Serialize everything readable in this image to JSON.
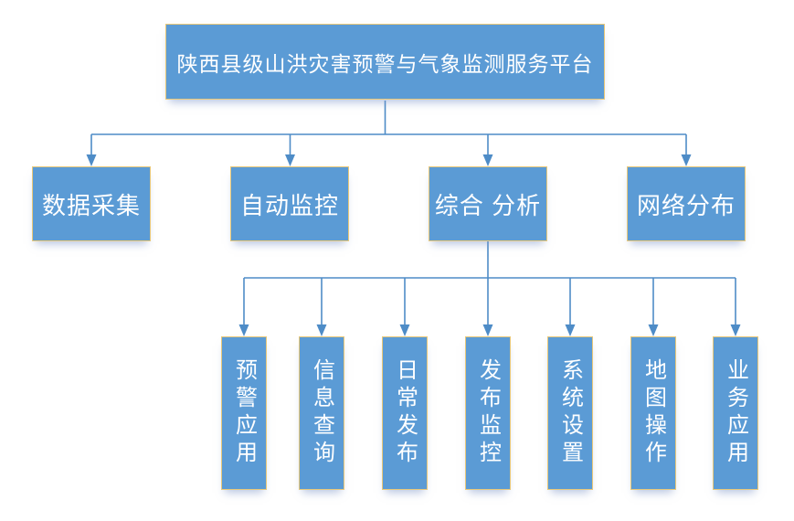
{
  "colors": {
    "background": "#ffffff",
    "node-fill": "#5b9bd5",
    "node-border": "#e8c87a",
    "node-text": "#ffffff",
    "connector": "#4e8cc7"
  },
  "org": {
    "root": {
      "label": "陕西县级山洪灾害预警与气象监测服务平台",
      "children": [
        {
          "label": "数据采集"
        },
        {
          "label": "自动监控"
        },
        {
          "label": "综合 分析",
          "children": [
            {
              "label": "预警应用"
            },
            {
              "label": "信息查询"
            },
            {
              "label": "日常发布"
            },
            {
              "label": "发布监控"
            },
            {
              "label": "系统设置"
            },
            {
              "label": "地图操作"
            },
            {
              "label": "业务应用"
            }
          ]
        },
        {
          "label": "网络分布"
        }
      ]
    }
  }
}
